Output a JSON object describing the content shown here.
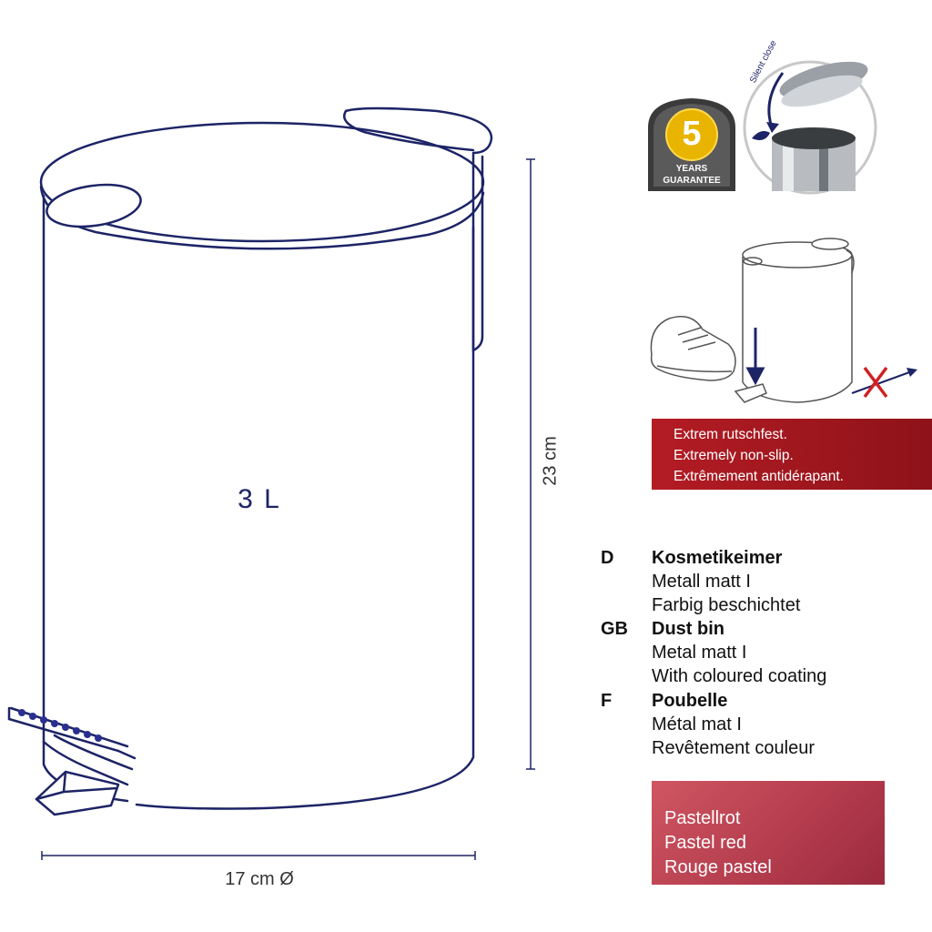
{
  "drawing": {
    "capacity_label": "3 L",
    "height_label": "23 cm",
    "width_label": "17 cm Ø",
    "line_color": "#1d2466"
  },
  "guarantee_badge": {
    "number": "5",
    "line1": "YEARS",
    "line2": "GUARANTEE",
    "badge_color": "#e8b400"
  },
  "silent_close": {
    "label": "Silent close",
    "icon": "feather-icon"
  },
  "non_slip_banner": {
    "lines": [
      "Extrem rutschfest.",
      "Extremely non-slip.",
      "Extrêmement antidérapant."
    ],
    "color": "#a5161d"
  },
  "descriptions": [
    {
      "code": "D",
      "title": "Kosmetikeimer",
      "lines": [
        "Metall matt I",
        "Farbig beschichtet"
      ]
    },
    {
      "code": "GB",
      "title": "Dust bin",
      "lines": [
        "Metal matt I",
        "With coloured coating"
      ]
    },
    {
      "code": "F",
      "title": "Poubelle",
      "lines": [
        "Métal mat I",
        "Revêtement couleur"
      ]
    }
  ],
  "color_swatch": {
    "lines": [
      "Pastellrot",
      "Pastel red",
      "Rouge pastel"
    ],
    "color": "#b8404f"
  }
}
